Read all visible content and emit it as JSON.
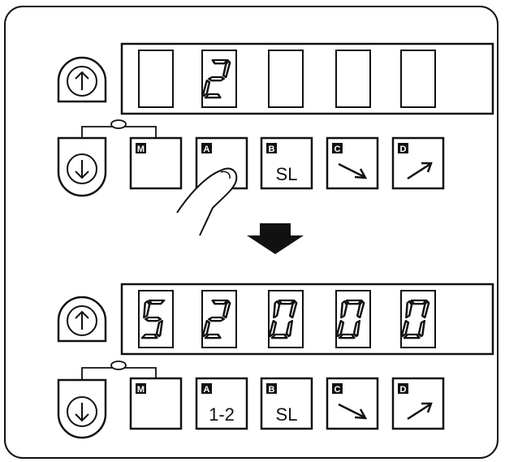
{
  "panels": [
    {
      "digits": [
        "",
        "2",
        "",
        "",
        ""
      ],
      "keys": [
        {
          "badge": "M",
          "label": ""
        },
        {
          "badge": "A",
          "label": ""
        },
        {
          "badge": "B",
          "label": "SL"
        },
        {
          "badge": "C",
          "label": ""
        },
        {
          "badge": "D",
          "label": ""
        }
      ]
    },
    {
      "digits": [
        "5",
        "2",
        "0",
        "0",
        "0"
      ],
      "keys": [
        {
          "badge": "M",
          "label": ""
        },
        {
          "badge": "A",
          "label": "1-2"
        },
        {
          "badge": "B",
          "label": "SL"
        },
        {
          "badge": "C",
          "label": ""
        },
        {
          "badge": "D",
          "label": ""
        }
      ]
    }
  ],
  "icons": {
    "up": "up-arrow-icon",
    "down": "down-arrow-icon",
    "key_c": "down-right-arrow-icon",
    "key_d": "up-right-arrow-icon",
    "transition": "down-arrow-icon",
    "finger": "finger-press-icon"
  },
  "colors": {
    "ink": "#111111",
    "segment": "#111111",
    "paper": "#ffffff"
  }
}
